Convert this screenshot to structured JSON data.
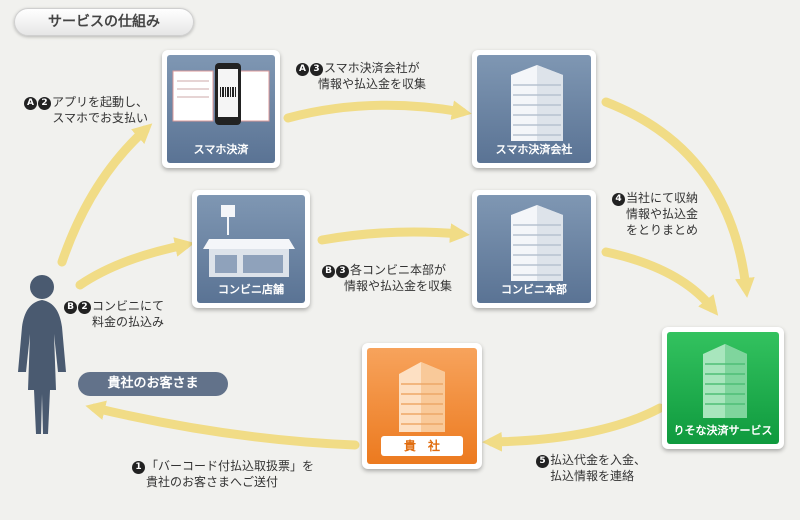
{
  "title": "サービスの仕組み",
  "nodes": {
    "phone_pay": "スマホ決済",
    "phone_company": "スマホ決済会社",
    "store": "コンビニ店舗",
    "konbini_hq": "コンビニ本部",
    "risona": "りそな決済サービス",
    "client": "貴　社"
  },
  "client_pill": "貴社のお客さま",
  "steps": {
    "a2": {
      "badges": [
        "A",
        "2"
      ],
      "line1": "アプリを起動し、",
      "line2": "スマホでお支払い"
    },
    "a3": {
      "badges": [
        "A",
        "3"
      ],
      "line1": "スマホ決済会社が",
      "line2": "情報や払込金を収集"
    },
    "b2": {
      "badges": [
        "B",
        "2"
      ],
      "line1": "コンビニにて",
      "line2": "料金の払込み"
    },
    "b3": {
      "badges": [
        "B",
        "3"
      ],
      "line1": "各コンビニ本部が",
      "line2": "情報や払込金を収集"
    },
    "s4": {
      "badges": [
        "4"
      ],
      "line1": "当社にて収納",
      "line2": "情報や払込金",
      "line3": "をとりまとめ"
    },
    "s5": {
      "badges": [
        "5"
      ],
      "line1": "払込代金を入金、",
      "line2": "払込情報を連絡"
    },
    "s1": {
      "badges": [
        "1"
      ],
      "line1": "「バーコード付払込取扱票」を",
      "line2": "貴社のお客さまへご送付"
    }
  },
  "colors": {
    "arrow": "#f1dc86",
    "card_blue": "#6b84a3",
    "risona_green": "#1ba84a",
    "client_orange": "#f08a2e",
    "pill_slate": "#62728a"
  }
}
